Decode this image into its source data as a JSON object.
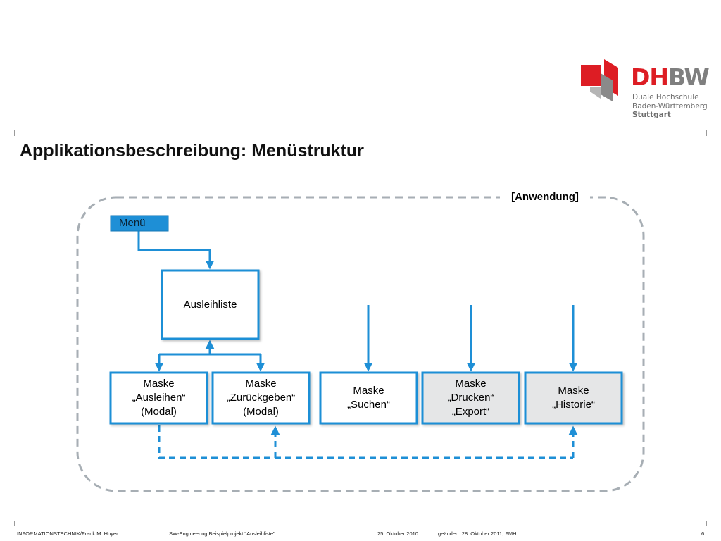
{
  "logo": {
    "brand_dh": "DH",
    "brand_bw": "BW",
    "line1": "Duale Hochschule",
    "line2": "Baden-Württemberg",
    "line3": "Stuttgart",
    "colors": {
      "red": "#dd1d24",
      "grey": "#7f7f7f"
    }
  },
  "page_title": "Applikationsbeschreibung: Menüstruktur",
  "diagram": {
    "frame_label": "[Anwendung]",
    "menu": "Menü",
    "ausleihliste": "Ausleihliste",
    "masks": [
      {
        "label": "Maske\n„Ausleihen“\n(Modal)",
        "shaded": false
      },
      {
        "label": "Maske\n„Zurückgeben“\n(Modal)",
        "shaded": false
      },
      {
        "label": "Maske\n„Suchen“",
        "shaded": false
      },
      {
        "label": "Maske\n„Drucken“\n„Export“",
        "shaded": true
      },
      {
        "label": "Maske\n„Historie“",
        "shaded": true
      }
    ],
    "colors": {
      "box_border": "#1e8fd6",
      "arrow": "#1e8fd6",
      "menu_fill": "#1e8fd6",
      "frame": "#a7aeb4",
      "shaded_fill": "#e5e6e7"
    }
  },
  "footer": {
    "left": "INFORMATIONSTECHNIK/Frank M. Hoyer",
    "project": "SW-Engineering:Beispielprojekt \"Ausleihliste\"",
    "date": "25. Oktober 2010",
    "changed": "geändert: 28. Oktober 2011, FMH",
    "page": "6"
  }
}
